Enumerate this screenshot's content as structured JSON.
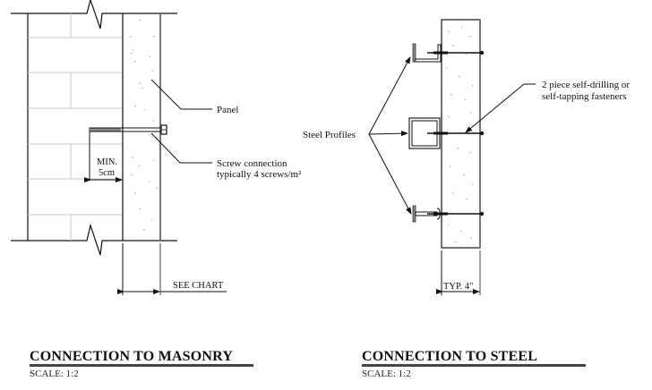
{
  "masonry_detail": {
    "title": "CONNECTION TO MASONRY",
    "scale": "SCALE:  1:2",
    "labels": {
      "panel": "Panel",
      "screw_line1": "Screw connection",
      "screw_line2": "typically 4 screws/m²",
      "min_line1": "MIN.",
      "min_line2": "5cm",
      "thickness": "SEE CHART"
    }
  },
  "steel_detail": {
    "title": "CONNECTION TO STEEL",
    "scale": "SCALE:  1:2",
    "labels": {
      "profiles": "Steel Profiles",
      "fastener_line1": "2 piece self-drilling or",
      "fastener_line2": "self-tapping fasteners",
      "thickness": "TYP. 4\""
    }
  },
  "colors": {
    "line": "#111111",
    "brick_joint": "#c8c8c8",
    "panel_edge": "#777777",
    "speckle": "#aaaaaa",
    "title_rule": "#444444"
  }
}
